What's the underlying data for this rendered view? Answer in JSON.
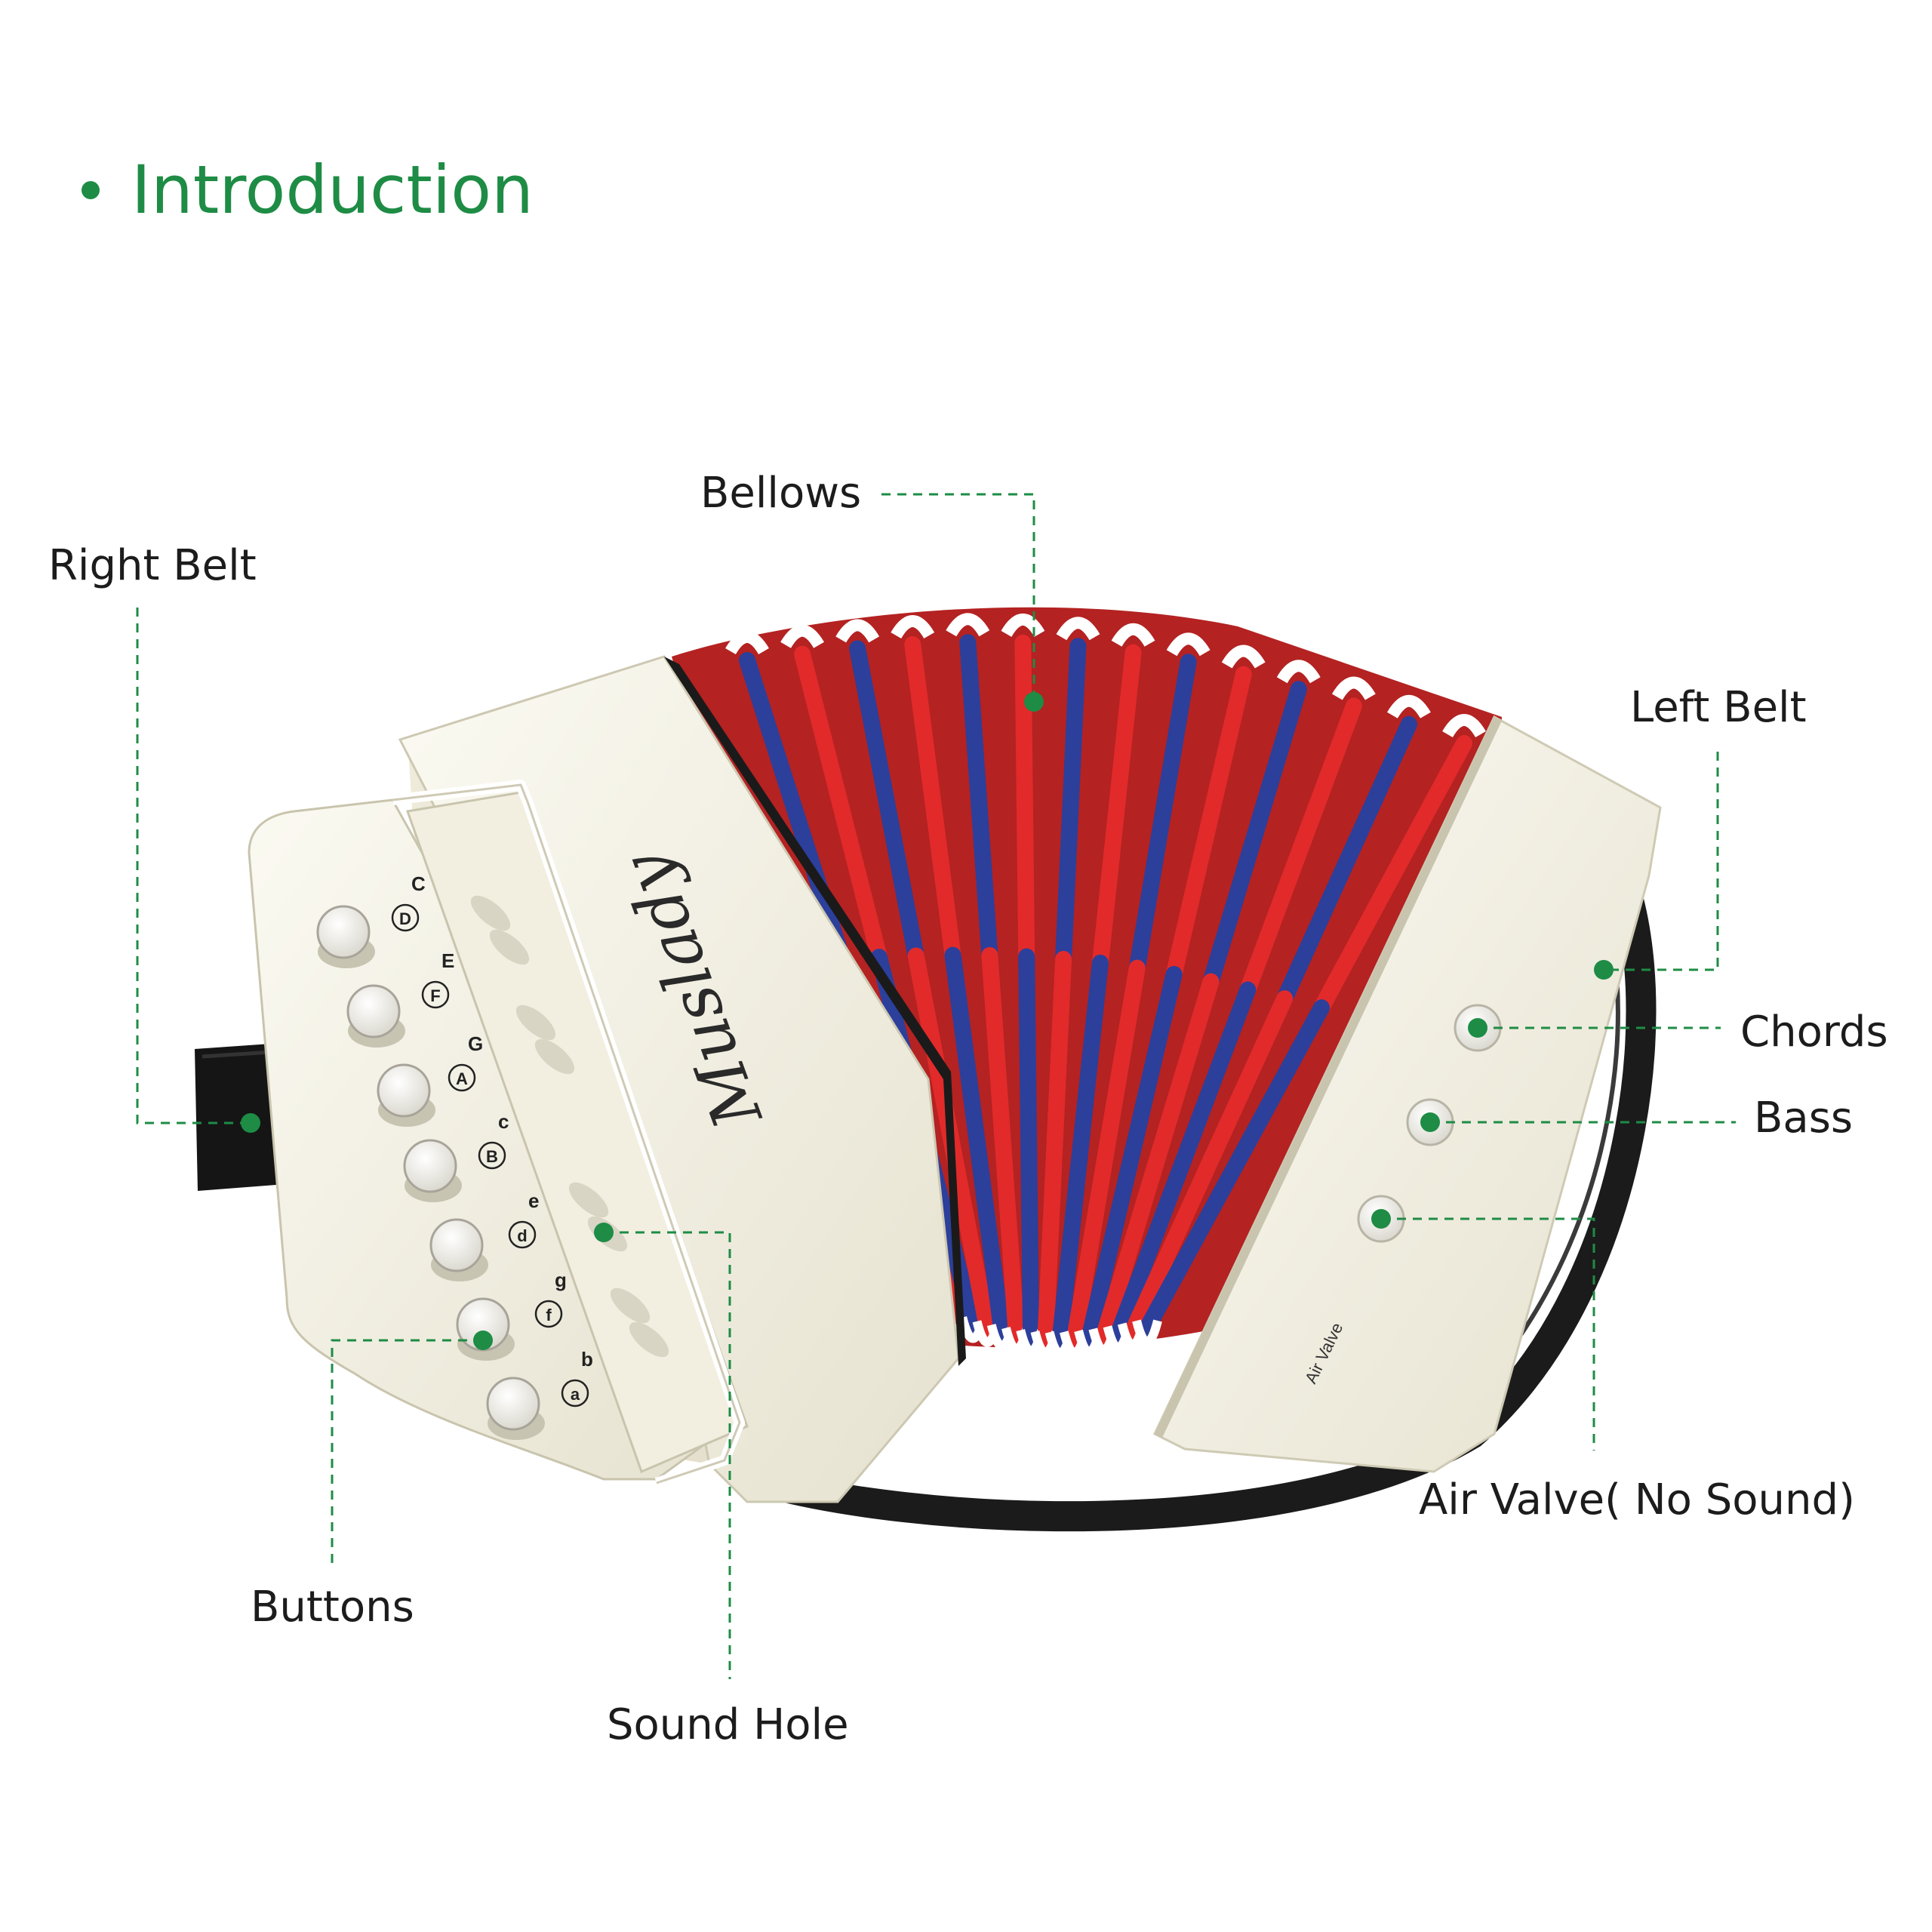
{
  "heading": {
    "text": "Introduction"
  },
  "colors": {
    "accent": "#1e8c45",
    "label_text": "#1c1c1c",
    "body_ivory": "#f4f1e4",
    "bellows_red": "#e22a2a",
    "bellows_blue": "#2c3f9b",
    "strap_black": "#1b1b1b"
  },
  "brand": {
    "logo_text": "Muslady"
  },
  "callouts": {
    "bellows": "Bellows",
    "right_belt": "Right Belt",
    "left_belt": "Left Belt",
    "chords": "Chords",
    "bass": "Bass",
    "air_valve": "Air Valve( No Sound)",
    "buttons": "Buttons",
    "sound_hole": "Sound Hole"
  },
  "device_labels": {
    "air_valve_print": "Air Valve",
    "note_outer": [
      "C",
      "E",
      "G",
      "c",
      "e",
      "g",
      "b"
    ],
    "note_circled": [
      "D",
      "F",
      "A",
      "B",
      "d",
      "f",
      "a"
    ]
  }
}
